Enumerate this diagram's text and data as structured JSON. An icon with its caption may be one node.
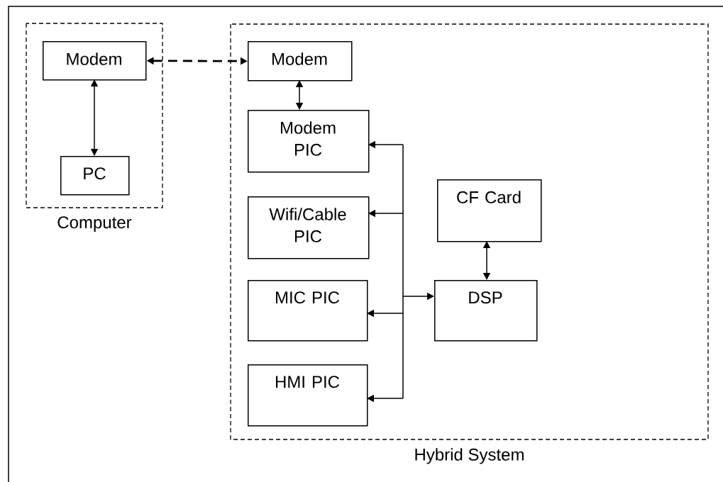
{
  "diagram": {
    "nodes": [
      {
        "text": [
          "Computer"
        ]
      },
      {
        "text": [
          "Modem"
        ],
        "in": 0
      },
      {
        "text": [
          "PC"
        ],
        "in": 0
      },
      {
        "text": [
          "Hybrid System"
        ]
      },
      {
        "text": [
          "Modem"
        ],
        "in": 3
      },
      {
        "text": [
          "Modem PIC"
        ],
        "in": 3
      },
      {
        "text": [
          "Wifi/Cable PIC"
        ],
        "in": 3
      },
      {
        "text": [
          "MIC PIC"
        ],
        "in": 3
      },
      {
        "text": [
          "HMI PIC"
        ],
        "in": 3
      },
      {
        "text": [
          "CF Card"
        ],
        "in": 3
      },
      {
        "text": [
          "DSP"
        ],
        "in": 3
      }
    ],
    "edges": [
      {
        "from": 1,
        "to": 4,
        "arrow": "both",
        "style": "dashed"
      },
      {
        "from": 1,
        "to": 2,
        "arrow": "both"
      },
      {
        "from": 4,
        "to": 5,
        "arrow": "both"
      },
      {
        "from": 9,
        "to": 10,
        "arrow": "both"
      },
      {
        "from": 10,
        "to": 5,
        "arrow": "both"
      },
      {
        "from": 10,
        "to": 6,
        "arrow": "both"
      },
      {
        "from": 10,
        "to": 7,
        "arrow": "both"
      },
      {
        "from": 10,
        "to": 8,
        "arrow": "both"
      }
    ]
  }
}
